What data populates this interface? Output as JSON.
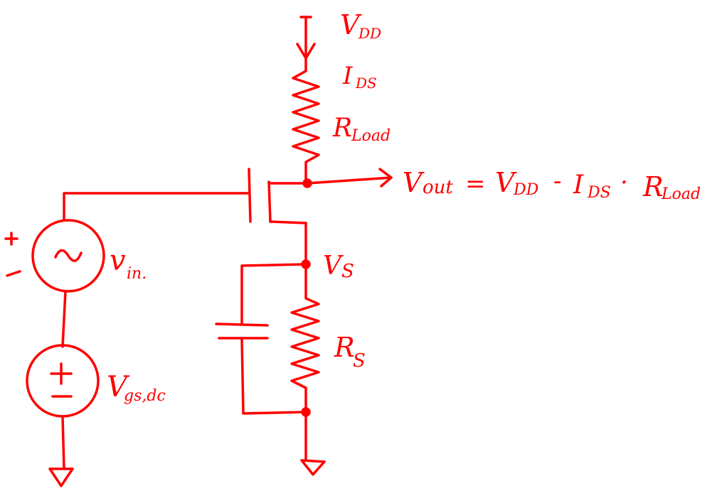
{
  "ink_color": "#ff0000",
  "background": "#ffffff",
  "labels": {
    "vdd_main": "V",
    "vdd_sub": "DD",
    "ids_main": "I",
    "ids_sub": "DS",
    "rload_main": "R",
    "rload_sub": "Load",
    "vout_expr_main": "V",
    "vout_expr_sub": "out",
    "vout_eq": "=",
    "vout_vdd_main": "V",
    "vout_vdd_sub": "DD",
    "vout_minus": "-",
    "vout_ids_main": "I",
    "vout_ids_sub": "DS",
    "vout_dot": "·",
    "vout_rload_main": "R",
    "vout_rload_sub": "Load",
    "vs_main": "V",
    "vs_sub": "S",
    "rs_main": "R",
    "rs_sub": "S",
    "vin_main": "v",
    "vin_sub": "in.",
    "vgs_main": "V",
    "vgs_sub": "gs,dc",
    "plus": "+",
    "minus": "-"
  },
  "icons": {
    "ac_source": "ac-source-icon",
    "dc_source": "dc-source-icon",
    "ground": "ground-icon",
    "resistor": "resistor-icon",
    "capacitor": "capacitor-icon",
    "transistor": "nmos-transistor-icon",
    "arrow": "arrow-icon"
  }
}
